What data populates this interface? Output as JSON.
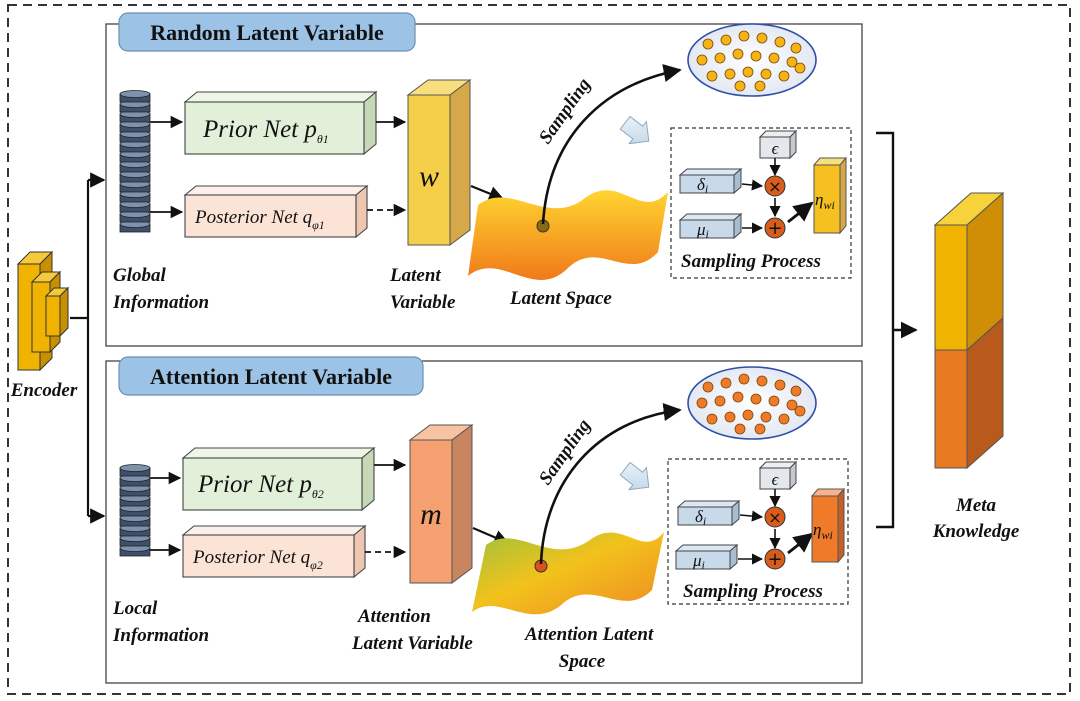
{
  "panels": {
    "top": {
      "title": "Random Latent Variable",
      "prior_net": "Prior Net p",
      "prior_sub": "θ1",
      "posterior_net": "Posterior Net q",
      "posterior_sub": "φ1",
      "info_line1": "Global",
      "info_line2": "Information",
      "latent_symbol": "w",
      "latent_line1": "Latent",
      "latent_line2": "Variable",
      "sampling": "Sampling",
      "space_line1": "Latent Space",
      "process": "Sampling Process",
      "eta": "η",
      "eta_sub": "wi"
    },
    "bottom": {
      "title": "Attention Latent Variable",
      "prior_net": "Prior Net p",
      "prior_sub": "θ2",
      "posterior_net": "Posterior Net q",
      "posterior_sub": "φ2",
      "info_line1": "Local",
      "info_line2": "Information",
      "latent_symbol": "m",
      "latent_line1": "Attention",
      "latent_line2": "Latent Variable",
      "sampling": "Sampling",
      "space_line1": "Attention Latent",
      "space_line2": "Space",
      "process": "Sampling Process",
      "eta": "η",
      "eta_sub": "wi"
    }
  },
  "symbols": {
    "epsilon": "ϵ",
    "delta": "δ",
    "delta_sub": "i",
    "mu": "μ",
    "mu_sub": "i",
    "times": "×",
    "plus": "+"
  },
  "encoder_label": "Encoder",
  "meta_line1": "Meta",
  "meta_line2": "Knowledge",
  "colors": {
    "title_box": "#9cc3e6",
    "prior_fill": "#e2efd9",
    "posterior_fill": "#fbe3d6",
    "latent_w": "#f5cf4a",
    "latent_m": "#f4a070",
    "dot_yellow": "#f5b316",
    "dot_orange": "#ee7a2a",
    "encoder": "#f0b400",
    "meta_top": "#f0b400",
    "meta_bottom": "#e87b22"
  }
}
